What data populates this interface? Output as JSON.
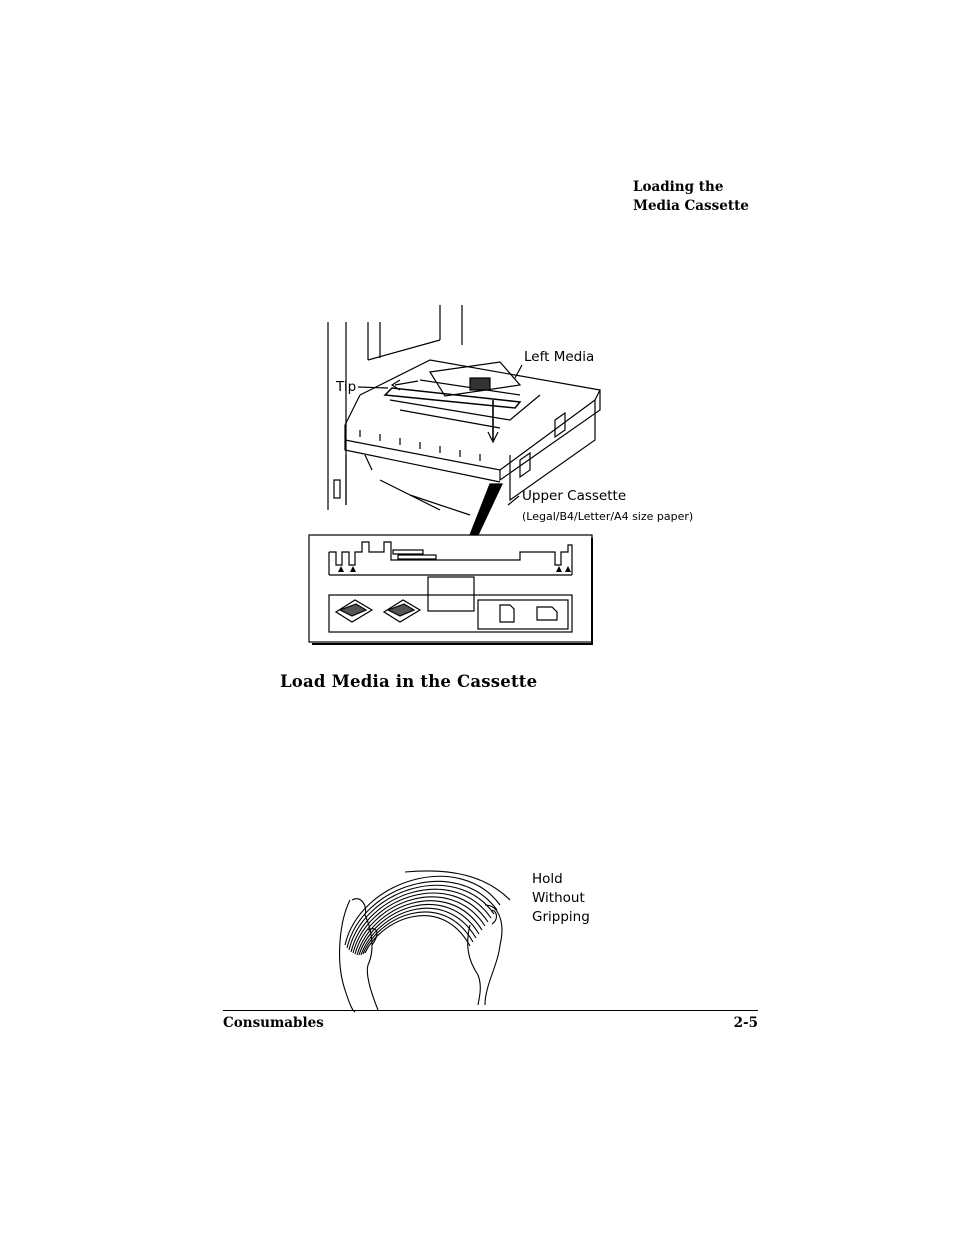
{
  "header": {
    "side_heading_line1": "Loading the",
    "side_heading_line2": "Media Cassette"
  },
  "figure1": {
    "label_left_media": "Left Media",
    "label_tip": "Tip",
    "label_upper_cassette": "Upper Cassette",
    "label_paper_sizes": "(Legal/B4/Letter/A4 size paper)"
  },
  "section": {
    "title": "Load Media in the Cassette"
  },
  "figure2": {
    "label_line1": "Hold",
    "label_line2": "Without",
    "label_line3": "Gripping"
  },
  "footer": {
    "chapter": "Consumables",
    "page_number": "2-5"
  }
}
